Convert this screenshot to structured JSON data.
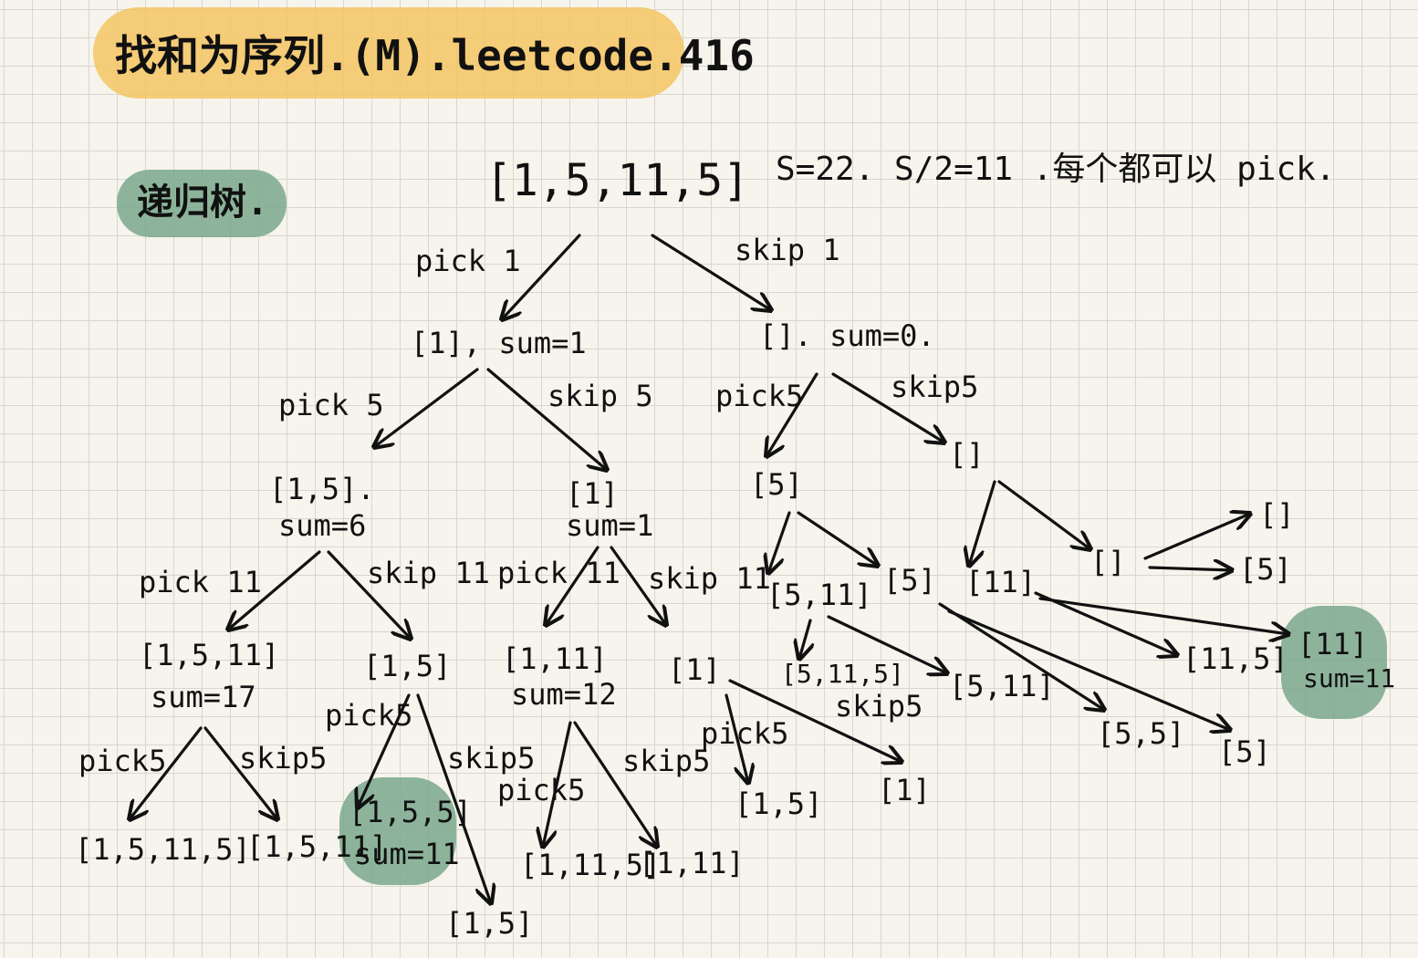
{
  "title": "找和为序列.(M).leetcode.416",
  "tag": "递归树.",
  "root": "[1,5,11,5]",
  "info": "S=22. S/2=11 .每个都可以 pick.",
  "edges": {
    "pick1": "pick 1",
    "skip1": "skip 1",
    "pick5a": "pick 5",
    "skip5a": "skip 5",
    "pick5b": "pick5",
    "skip5b": "skip5",
    "pick11a": "pick 11",
    "skip11a": "skip 11",
    "pick11b": "pick 11",
    "skip11b": "skip 11",
    "pick5c": "pick5",
    "skip5c": "skip5",
    "pick5d": "pick5",
    "skip5d": "skip5",
    "pick5e": "pick5",
    "skip5e": "skip5",
    "pick5f": "pick5",
    "skip5f": "skip5"
  },
  "nodes": {
    "n1": "[1], sum=1",
    "n0": "[]. sum=0.",
    "n15": "[1,5].",
    "n15sum": "sum=6",
    "n1b": "[1]",
    "n1bsum": "sum=1",
    "n5": "[5]",
    "nE": "[]",
    "n1511": "[1,5,11]",
    "n1511sum": "sum=17",
    "n15b": "[1,5]",
    "n111": "[1,11]",
    "n111sum": "sum=12",
    "n1c": "[1]",
    "n511": "[5,11]",
    "n5b": "[5]",
    "n11": "[11]",
    "nE2": "[]",
    "nE3": "[]",
    "n5x": "[5]",
    "n15115": "[1,5,11,5]",
    "n1511b": "[1,5,11]",
    "n155": "[1,5,5]",
    "n155sum": "sum=11",
    "n15c": "[1,5]",
    "n1115": "[1,11,5]",
    "n111b": "[1,11]",
    "n15d": "[1,5]",
    "n1d": "[1]",
    "n51155": "[5,11,5]",
    "n511b": "[5,11]",
    "n55": "[5,5]",
    "n5c": "[5]",
    "n115": "[11,5]",
    "n11b": "[11]",
    "n11bsum": "sum=11"
  }
}
